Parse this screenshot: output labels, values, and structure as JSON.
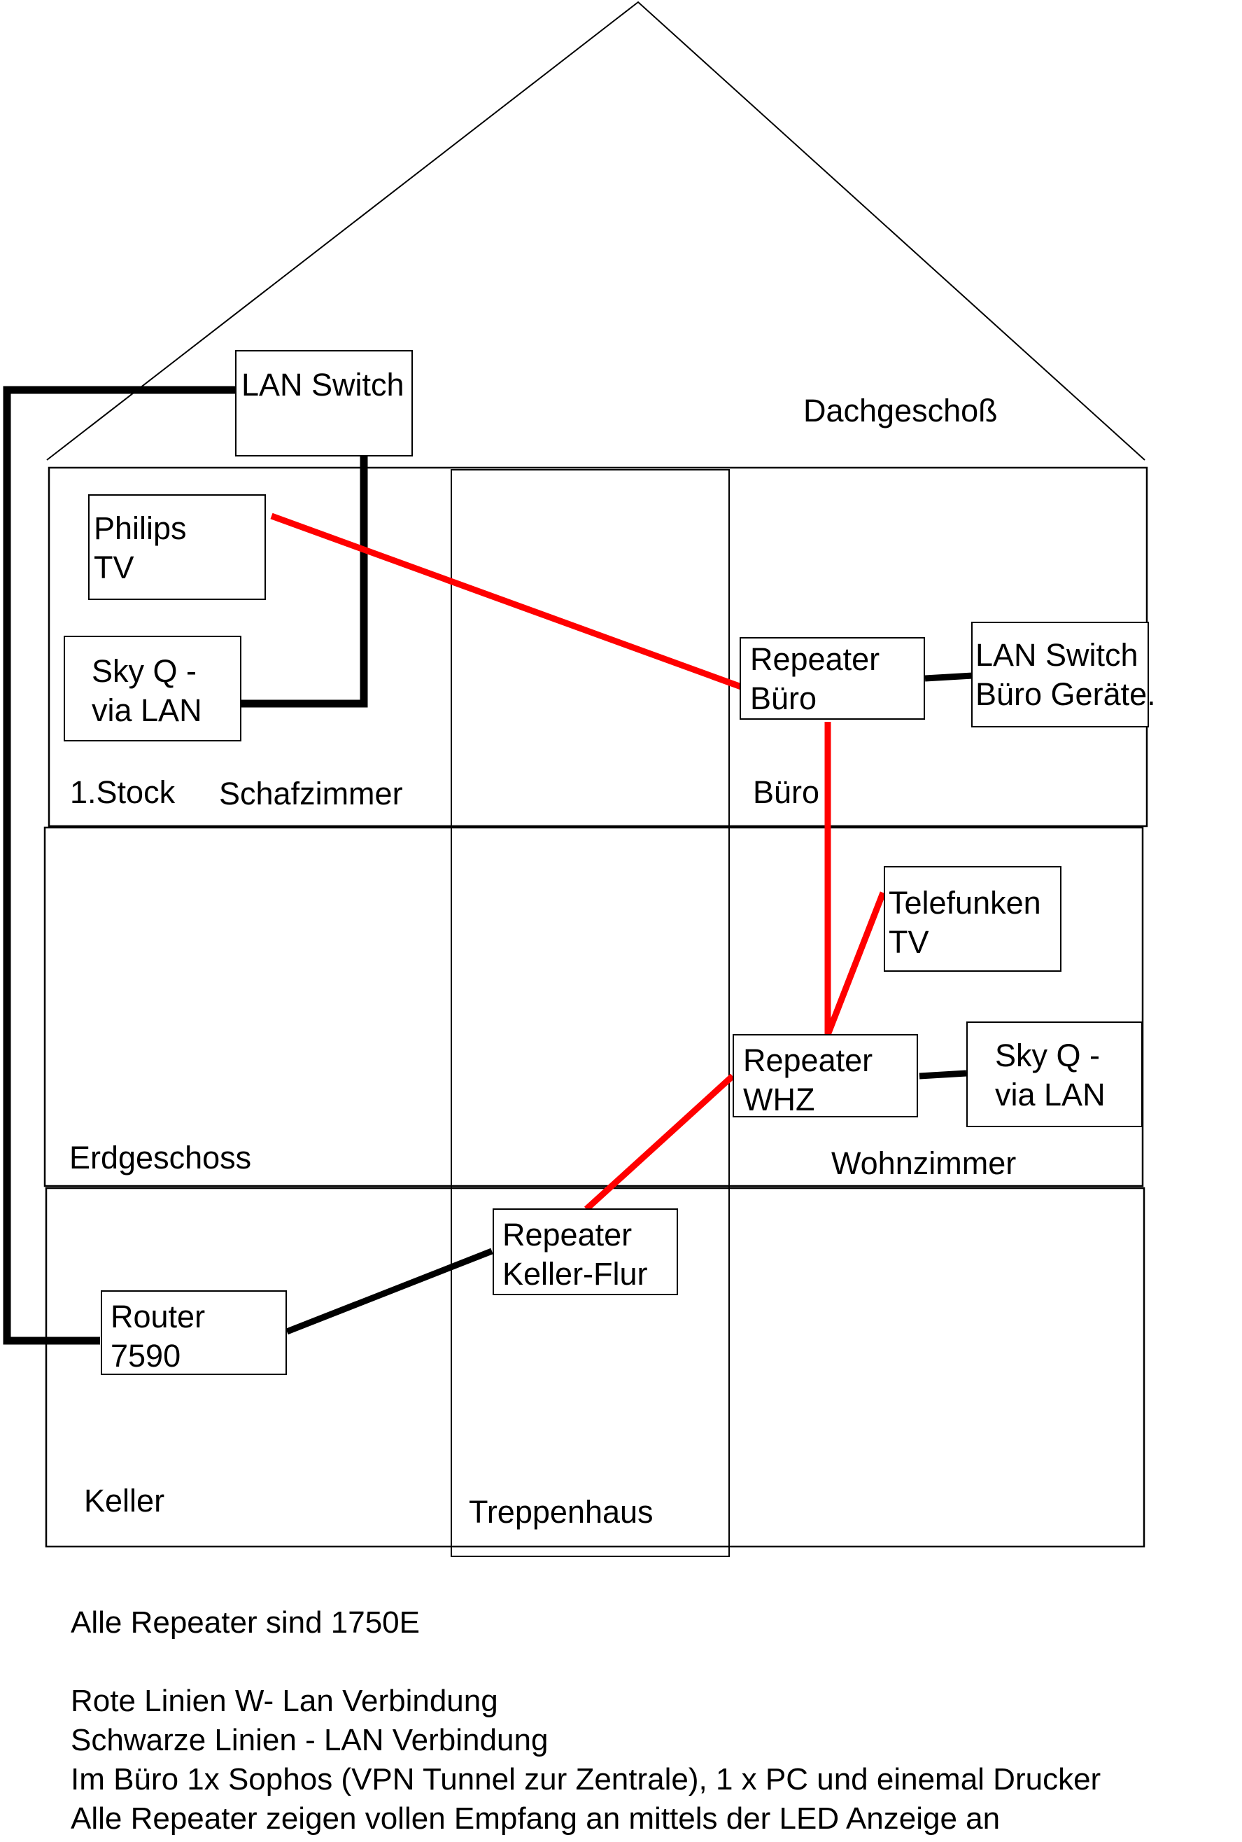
{
  "title": "Hausnetzwerk – Repeater-Plan",
  "colors": {
    "wlan": "#ff0000",
    "lan": "#000000",
    "outline": "#000000",
    "background": "#ffffff"
  },
  "floors": [
    {
      "id": "dachgeschoss",
      "label": "Dachgeschoß"
    },
    {
      "id": "stock1",
      "label": "1.Stock"
    },
    {
      "id": "erdgeschoss",
      "label": "Erdgeschoss"
    },
    {
      "id": "keller",
      "label": "Keller"
    }
  ],
  "rooms": {
    "schlafzimmer": "Schafzimmer",
    "buero": "Büro",
    "wohnzimmer": "Wohnzimmer",
    "treppenhaus": "Treppenhaus"
  },
  "devices": {
    "lan_switch_top": "LAN Switch",
    "philips_tv": "Philips\nTV",
    "skyq_schlafzimmer": "Sky Q -\nvia LAN",
    "repeater_buero": "Repeater\nBüro",
    "lan_switch_buero": "LAN Switch\nBüro Geräte.",
    "telefunken_tv": "Telefunken\nTV",
    "repeater_whz": "Repeater\nWHZ",
    "skyq_wohnzimmer": "Sky Q -\nvia LAN",
    "repeater_keller": "Repeater\nKeller-Flur",
    "router": "Router\n7590"
  },
  "connections": [
    {
      "from": "router",
      "to": "lan_switch_top",
      "type": "LAN"
    },
    {
      "from": "lan_switch_top",
      "to": "skyq_schlafzimmer",
      "type": "LAN"
    },
    {
      "from": "router",
      "to": "repeater_keller",
      "type": "LAN"
    },
    {
      "from": "repeater_keller",
      "to": "repeater_whz",
      "type": "WLAN"
    },
    {
      "from": "repeater_whz",
      "to": "repeater_buero",
      "type": "WLAN"
    },
    {
      "from": "repeater_whz",
      "to": "telefunken_tv",
      "type": "WLAN"
    },
    {
      "from": "repeater_whz",
      "to": "skyq_wohnzimmer",
      "type": "LAN"
    },
    {
      "from": "repeater_buero",
      "to": "philips_tv",
      "type": "WLAN"
    },
    {
      "from": "repeater_buero",
      "to": "lan_switch_buero",
      "type": "LAN"
    }
  ],
  "notes": [
    "Alle Repeater sind 1750E",
    "",
    "Rote Linien W- Lan Verbindung",
    "Schwarze Linien - LAN Verbindung",
    "Im Büro 1x Sophos (VPN Tunnel zur Zentrale), 1 x PC und einemal Drucker",
    "Alle Repeater zeigen vollen Empfang an mittels der LED Anzeige an"
  ]
}
